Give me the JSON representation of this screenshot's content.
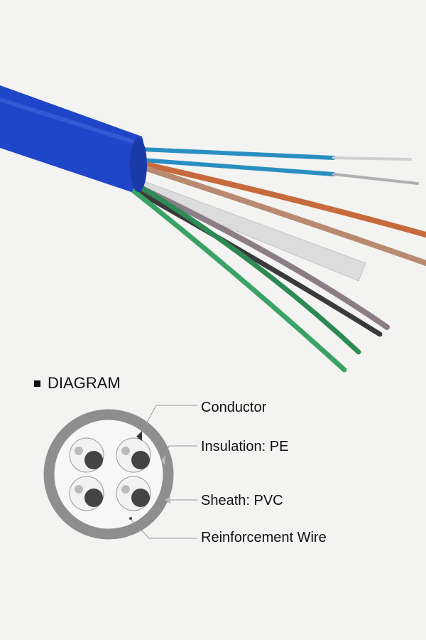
{
  "diagram": {
    "title": "DIAGRAM",
    "labels": {
      "conductor": "Conductor",
      "insulation": "Insulation: PE",
      "sheath": "Sheath: PVC",
      "reinforcement": "Reinforcement Wire"
    }
  },
  "colors": {
    "jacket": "#1f45c8",
    "sheath_ring": "#8e8e8e",
    "background": "#f3f3f2"
  }
}
